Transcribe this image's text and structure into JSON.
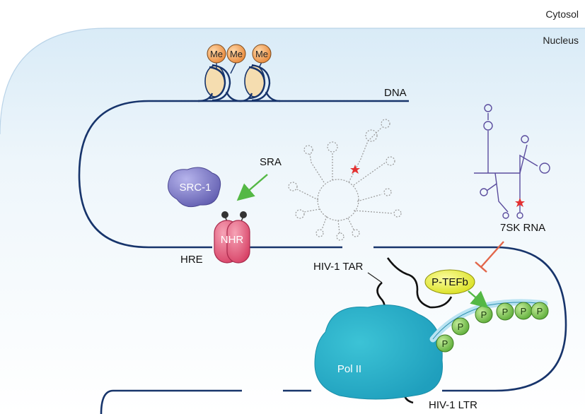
{
  "regions": {
    "cytosol": "Cytosol",
    "nucleus": "Nucleus"
  },
  "labels": {
    "dna": "DNA",
    "sra": "SRA",
    "src1": "SRC-1",
    "nhr": "NHR",
    "hre": "HRE",
    "hiv_tar": "HIV-1 TAR",
    "rna_7sk": "7SK RNA",
    "ptefb": "P-TEFb",
    "pol2": "Pol II",
    "hiv_ltr": "HIV-1 LTR"
  },
  "methyl_marks": [
    "Me",
    "Me",
    "Me"
  ],
  "phospho_marks": [
    "P",
    "P",
    "P",
    "P",
    "P",
    "P"
  ],
  "colors": {
    "membrane": "#17346b",
    "nucleus_fill": "#e9f3fa",
    "cytosol_band": "#d4e6f4",
    "src1": "#7b78c8",
    "nhr": "#e25577",
    "ptefb": "#e7ec20",
    "pol2": "#2fb7cc",
    "phospho": "#7cc552",
    "methyl": "#f0a056",
    "activation_arrow": "#54b845",
    "inhibition": "#e2664a",
    "rna_7sk": "#5b4d9e"
  }
}
